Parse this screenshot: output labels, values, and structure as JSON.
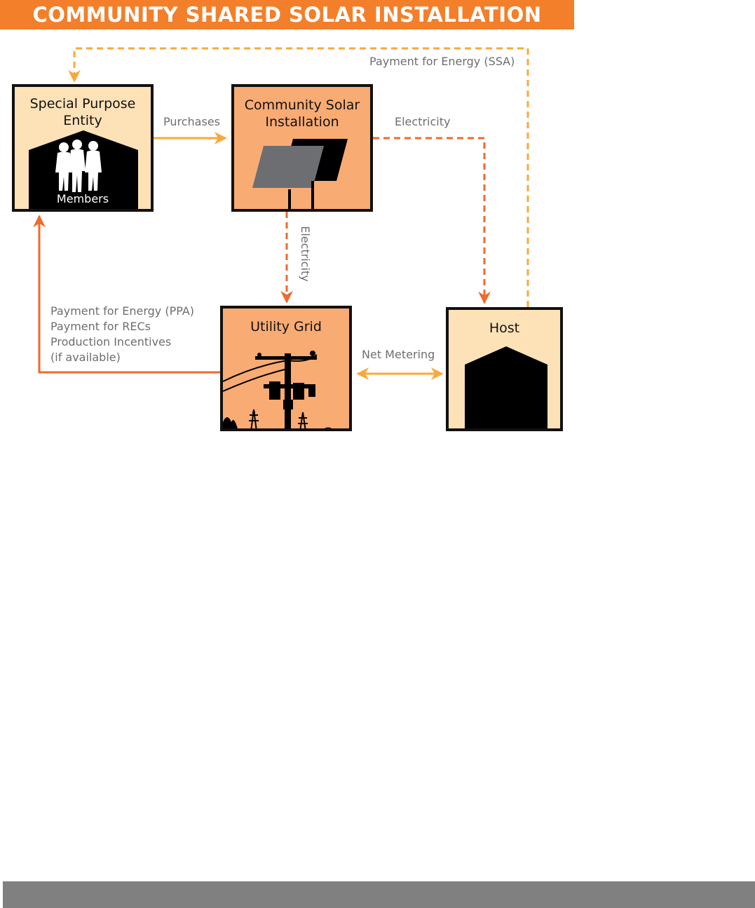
{
  "title": "COMMUNITY SHARED SOLAR INSTALLATION",
  "nodes": {
    "spe": {
      "title_line1": "Special Purpose",
      "title_line2": "Entity",
      "members_label": "Members"
    },
    "csi": {
      "title_line1": "Community Solar",
      "title_line2": "Installation"
    },
    "grid": {
      "title": "Utility Grid"
    },
    "host": {
      "title": "Host"
    }
  },
  "edges": {
    "purchases": "Purchases",
    "electricity_to_host": "Electricity",
    "electricity_to_grid": "Electricity",
    "payment_ssa": "Payment for Energy (SSA)",
    "net_metering": "Net Metering",
    "payments": [
      "Payment for Energy (PPA)",
      "Payment for RECs",
      "Production Incentives",
      "(if available)"
    ]
  },
  "colors": {
    "brand_orange": "#f47f2a",
    "light_box": "#fde2b8",
    "mid_box": "#f9ab74",
    "yellow_arrow": "#f8a93a",
    "dark_orange_arrow": "#ef6a2c",
    "label_gray": "#6d6e71",
    "footer_gray": "#808080"
  }
}
